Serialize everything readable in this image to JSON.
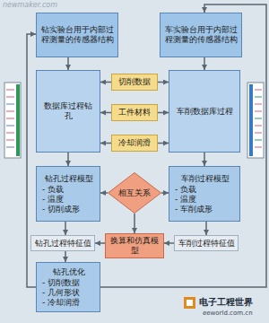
{
  "diagram": {
    "nodes": [
      {
        "text": [
          "钻实验台用于内部过程测量的传感器结构"
        ]
      },
      {
        "text": [
          "车实验台用于内部过程测量的传感器结构"
        ]
      },
      {
        "text": [
          "数据库过程钻孔"
        ]
      },
      {
        "text": [
          "切削数据"
        ]
      },
      {
        "text": [
          "工件材料"
        ]
      },
      {
        "text": [
          "冷却润滑"
        ]
      },
      {
        "text": [
          "车削数据库过程"
        ]
      },
      {
        "text": [
          "钻孔过程模型",
          "- 负载",
          "- 温度",
          "- 切削成形"
        ]
      },
      {
        "text": [
          "相互关系"
        ]
      },
      {
        "text": [
          "车削过程模型",
          "- 负载",
          "- 温度",
          "- 车削成形"
        ]
      },
      {
        "text": [
          "钻孔过程特征值"
        ]
      },
      {
        "text": [
          "换算和仿真模型"
        ]
      },
      {
        "text": [
          "车削过程特征值"
        ]
      },
      {
        "text": [
          "钻孔优化",
          "- 切削数据",
          "- 几何形状",
          "- 冷却润滑"
        ]
      }
    ],
    "edges": [
      {
        "from": 0,
        "to": 2,
        "arrow": "to"
      },
      {
        "from": 1,
        "to": 6,
        "arrow": "to"
      },
      {
        "from": 3,
        "to": 2,
        "arrow": "to"
      },
      {
        "from": 3,
        "to": 6,
        "arrow": "to"
      },
      {
        "from": 4,
        "to": 2,
        "arrow": "to"
      },
      {
        "from": 4,
        "to": 6,
        "arrow": "to"
      },
      {
        "from": 5,
        "to": 2,
        "arrow": "to"
      },
      {
        "from": 5,
        "to": 6,
        "arrow": "to"
      },
      {
        "from": 2,
        "to": 7,
        "arrow": "to"
      },
      {
        "from": 6,
        "to": 9,
        "arrow": "to"
      },
      {
        "from": 8,
        "to": 7,
        "arrow": "to"
      },
      {
        "from": 8,
        "to": 9,
        "arrow": "to"
      },
      {
        "from": 8,
        "to": 11,
        "arrow": "to"
      },
      {
        "from": 7,
        "to": 10,
        "arrow": "to"
      },
      {
        "from": 9,
        "to": 12,
        "arrow": "to"
      },
      {
        "from": 12,
        "to": 11,
        "arrow": "to"
      },
      {
        "from": 11,
        "to": 10,
        "arrow": "to"
      },
      {
        "from": 10,
        "to": 13,
        "arrow": "to"
      },
      {
        "from": 13,
        "to": 0,
        "arrow": "to"
      },
      {
        "from": 13,
        "to": 1,
        "arrow": "to"
      }
    ],
    "labels": [
      "newmaker.com",
      "电子工程世界",
      "eeworld.com.cn"
    ]
  }
}
